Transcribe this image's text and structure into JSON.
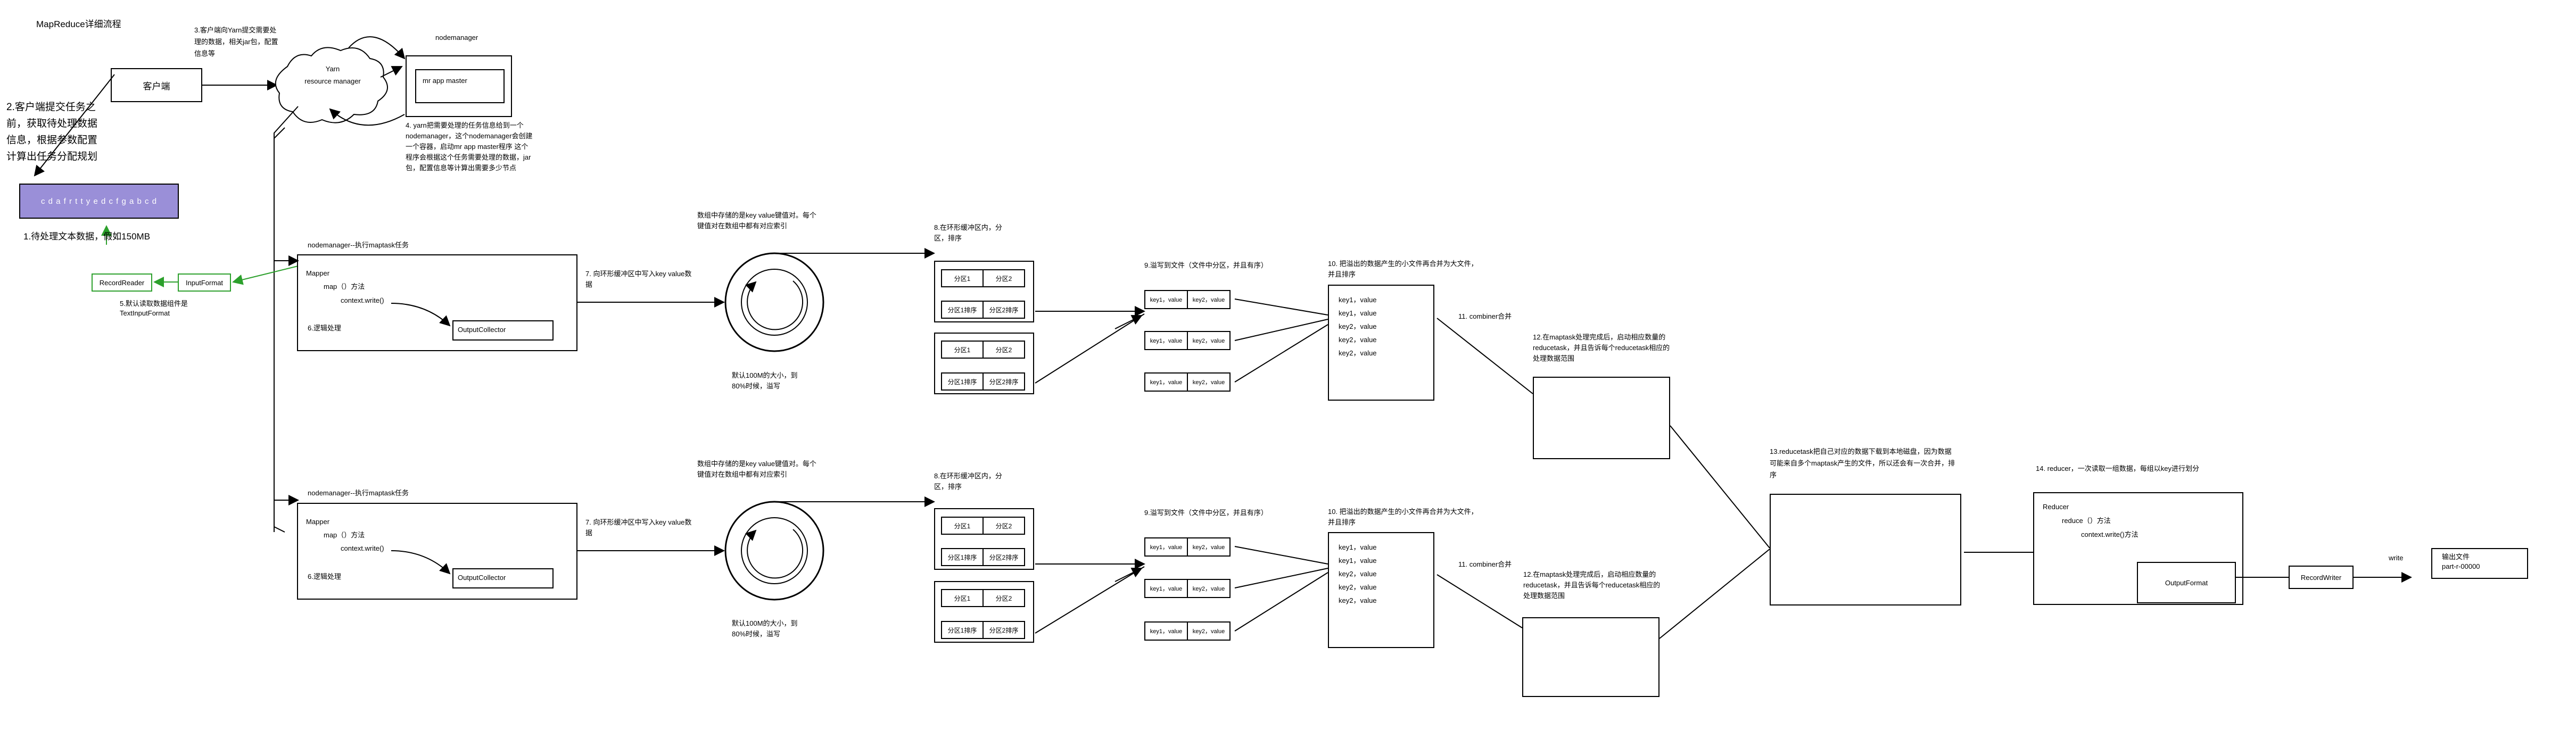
{
  "title": "MapReduce详细流程",
  "client": {
    "label": "客户端",
    "note_prepare": "2.客户端提交任务之前，获取待处理数据信息，根据参数配置计算出任务分配规划",
    "note_submit": "3.客户端向Yarn提交需要处理的数据，相关jar包，配置信息等"
  },
  "input": {
    "data_strip": "c d a f r t t y e d c f g a b c d",
    "note": "1.待处理文本数据，假如150MB",
    "input_format": "InputFormat",
    "record_reader": "RecordReader",
    "note_reader": "5.默认读取数据组件是TextInputFormat"
  },
  "yarn": {
    "cloud_label_1": "Yarn",
    "cloud_label_2": "resource manager"
  },
  "nodemanager_top": {
    "title": "nodemanager",
    "app_master": "mr app master",
    "note": "4. yarn把需要处理的任务信息给到一个nodemanager，这个nodemanager会创建一个容器，启动mr app master程序 这个程序会根据这个任务需要处理的数据，jar包，配置信息等计算出需要多少节点"
  },
  "map_rows": [
    {
      "node_label": "nodemanager--执行maptask任务",
      "mapper": "Mapper",
      "map_method": "map（）方法",
      "context_write": "context.write()",
      "logic": "6.逻辑处理",
      "collector": "OutputCollector",
      "note_write_buffer": "7. 向环形缓冲区中写入key value数据",
      "note_ring": "数组中存储的是key value键值对。每个键值对在数组中都有对应索引",
      "note_spill": "默认100M的大小，到80%时候，溢写",
      "note_partition": "8.在环形缓冲区内，分区，排序",
      "partitions": [
        [
          "分区1",
          "分区2"
        ],
        [
          "分区1排序",
          "分区2排序"
        ],
        [
          "分区1",
          "分区2"
        ],
        [
          "分区1排序",
          "分区2排序"
        ]
      ],
      "note_spill_file": "9.溢写到文件（文件中分区，并且有序）",
      "spill_kv": [
        [
          "key1，value",
          "key2，value"
        ],
        [
          "key1，value",
          "key2，value"
        ],
        [
          "key1，value",
          "key2，value"
        ]
      ],
      "note_merge": "10. 把溢出的数据产生的小文件再合并为大文件，并且排序",
      "merged": [
        "key1，value",
        "key1，value",
        "key2，value",
        "key2，value",
        "key2，value"
      ],
      "note_combiner": "11. combiner合并",
      "note_reduce_task": "12.在maptask处理完成后，启动相应数量的reducetask，并且告诉每个reducetask相应的处理数据范围"
    },
    {
      "node_label": "nodemanager--执行maptask任务",
      "mapper": "Mapper",
      "map_method": "map（）方法",
      "context_write": "context.write()",
      "logic": "6.逻辑处理",
      "collector": "OutputCollector",
      "note_write_buffer": "7. 向环形缓冲区中写入key value数据",
      "note_ring": "数组中存储的是key value键值对。每个键值对在数组中都有对应索引",
      "note_spill": "默认100M的大小，到80%时候，溢写",
      "note_partition": "8.在环形缓冲区内，分区，排序",
      "partitions": [
        [
          "分区1",
          "分区2"
        ],
        [
          "分区1排序",
          "分区2排序"
        ],
        [
          "分区1",
          "分区2"
        ],
        [
          "分区1排序",
          "分区2排序"
        ]
      ],
      "note_spill_file": "9.溢写到文件（文件中分区，并且有序）",
      "spill_kv": [
        [
          "key1，value",
          "key2，value"
        ],
        [
          "key1，value",
          "key2，value"
        ],
        [
          "key1，value",
          "key2，value"
        ]
      ],
      "note_merge": "10. 把溢出的数据产生的小文件再合并为大文件，并且排序",
      "merged": [
        "key1，value",
        "key1，value",
        "key2，value",
        "key2，value",
        "key2，value"
      ],
      "note_combiner": "11. combiner合并",
      "note_reduce_task": "12.在maptask处理完成后，启动相应数量的reducetask，并且告诉每个reducetask相应的处理数据范围"
    }
  ],
  "reduce": {
    "note_copy": "13.reducetask把自己对应的数据下载到本地磁盘，因为数据可能来自多个maptask产生的文件，所以还会有一次合并，排序",
    "note_reducer": "14. reducer，一次读取一组数据，每组以key进行划分",
    "reducer": "Reducer",
    "reduce_method": "reduce（）方法",
    "context_write": "context.write()方法",
    "output_format": "OutputFormat",
    "record_writer": "RecordWriter",
    "write_label": "write",
    "output_file_1": "输出文件",
    "output_file_2": "part-r-00000"
  },
  "colors": {
    "line": "#000000",
    "highlight_green": "#2ca02c",
    "data_strip_fill": "#9a8fd8",
    "data_strip_text": "#ffffff"
  }
}
